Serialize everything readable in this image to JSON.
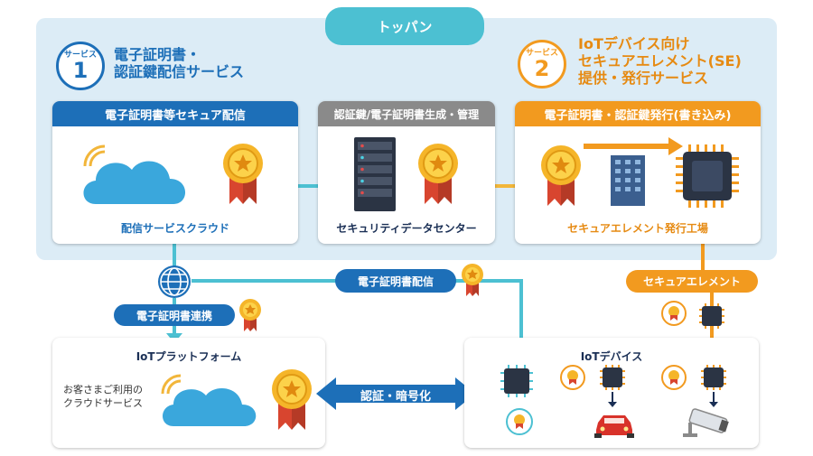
{
  "header": {
    "title": "トッパン"
  },
  "service1": {
    "badge_small": "サービス",
    "badge_num": "1",
    "title": "電子証明書・\n認証鍵配信サービス"
  },
  "service2": {
    "badge_small": "サービス",
    "badge_num": "2",
    "title": "IoTデバイス向け\nセキュアエレメント(SE)\n提供・発行サービス"
  },
  "cards": {
    "delivery": {
      "header": "電子証明書等セキュア配信",
      "caption": "配信サービスクラウド"
    },
    "datacenter": {
      "header": "認証鍵/電子証明書生成・管理",
      "caption": "セキュリティデータセンター"
    },
    "issuing": {
      "header": "電子証明書・認証鍵発行(書き込み)",
      "caption": "セキュアエレメント発行工場"
    }
  },
  "labels": {
    "cert_delivery": "電子証明書配信",
    "secure_element": "セキュアエレメント",
    "cert_link": "電子証明書連携",
    "auth_encrypt": "認証・暗号化"
  },
  "platform": {
    "title": "IoTプラットフォーム",
    "customer_cloud": "お客さまご利用の\nクラウドサービス"
  },
  "devices": {
    "title": "IoTデバイス"
  },
  "colors": {
    "blue": "#1d6fb8",
    "gray": "#8a8a8a",
    "orange": "#f29a1f",
    "teal": "#4cc0d2",
    "panel": "#dcecf6"
  }
}
